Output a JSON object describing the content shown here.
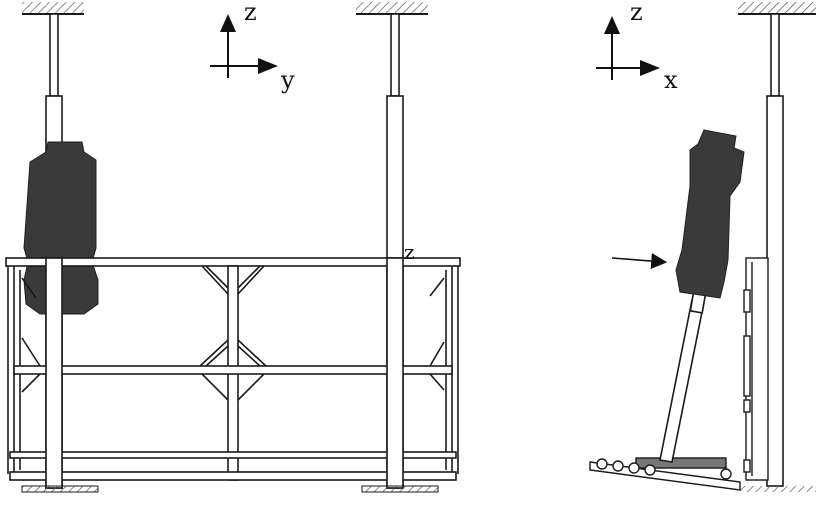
{
  "left_view": {
    "axis_vertical_label": "z",
    "axis_horizontal_label": "y",
    "frame_marker_label": "z"
  },
  "right_view": {
    "axis_vertical_label": "z",
    "axis_horizontal_label": "x"
  },
  "colors": {
    "line": "#1a1a1a",
    "dummy_fill": "#3a3a3a",
    "hatch": "#555555",
    "background": "#ffffff"
  }
}
